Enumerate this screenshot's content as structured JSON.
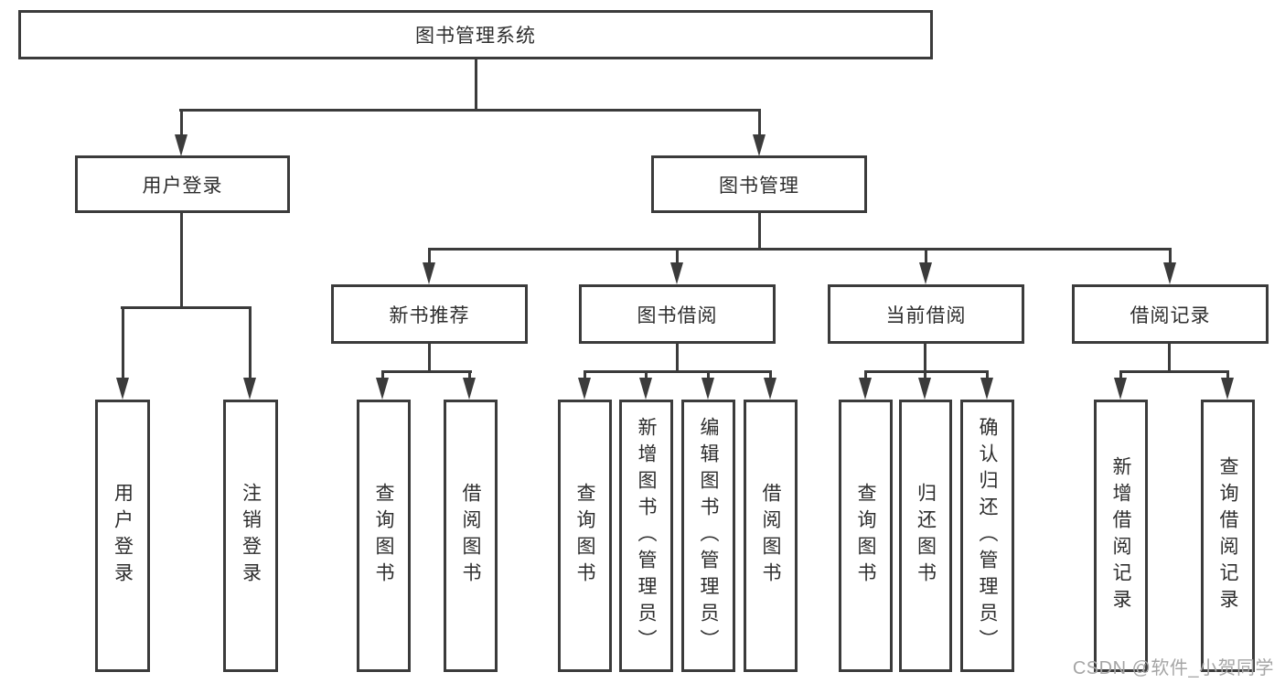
{
  "diagram_title": "图书管理系统",
  "tree": {
    "root": {
      "label": "图书管理系统",
      "children": [
        {
          "label": "用户登录",
          "children": [
            {
              "label": "用户登录"
            },
            {
              "label": "注销登录"
            }
          ]
        },
        {
          "label": "图书管理",
          "children": [
            {
              "label": "新书推荐",
              "children": [
                {
                  "label": "查询图书"
                },
                {
                  "label": "借阅图书"
                }
              ]
            },
            {
              "label": "图书借阅",
              "children": [
                {
                  "label": "查询图书"
                },
                {
                  "label": "新增图书（管理员）"
                },
                {
                  "label": "编辑图书（管理员）"
                },
                {
                  "label": "借阅图书"
                }
              ]
            },
            {
              "label": "当前借阅",
              "children": [
                {
                  "label": "查询图书"
                },
                {
                  "label": "归还图书"
                },
                {
                  "label": "确认归还（管理员）"
                }
              ]
            },
            {
              "label": "借阅记录",
              "children": [
                {
                  "label": "新增借阅记录"
                },
                {
                  "label": "查询借阅记录"
                }
              ]
            }
          ]
        }
      ]
    }
  },
  "watermark": {
    "text": "CSDN @软件_小贺同学"
  },
  "colors": {
    "line": "#3b3b3b",
    "box_border": "#3b3b3b",
    "text": "#2d2d2d",
    "watermark": "#a5a5a5",
    "background": "#ffffff"
  }
}
